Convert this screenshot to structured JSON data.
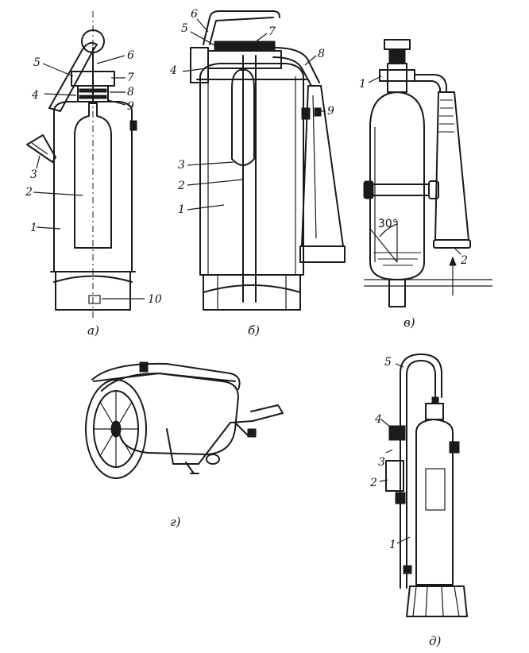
{
  "panels": {
    "a": {
      "caption": "а)",
      "labels": [
        "1",
        "2",
        "3",
        "4",
        "5",
        "6",
        "7",
        "8",
        "9",
        "10"
      ]
    },
    "b": {
      "caption": "б)",
      "labels": [
        "1",
        "2",
        "3",
        "4",
        "5",
        "6",
        "7",
        "8",
        "9"
      ]
    },
    "v": {
      "caption": "в)",
      "labels": [
        "1",
        "2"
      ],
      "angle": "30°"
    },
    "g": {
      "caption": "г)"
    },
    "d": {
      "caption": "д)",
      "labels": [
        "1",
        "2",
        "3",
        "4",
        "5"
      ]
    }
  }
}
